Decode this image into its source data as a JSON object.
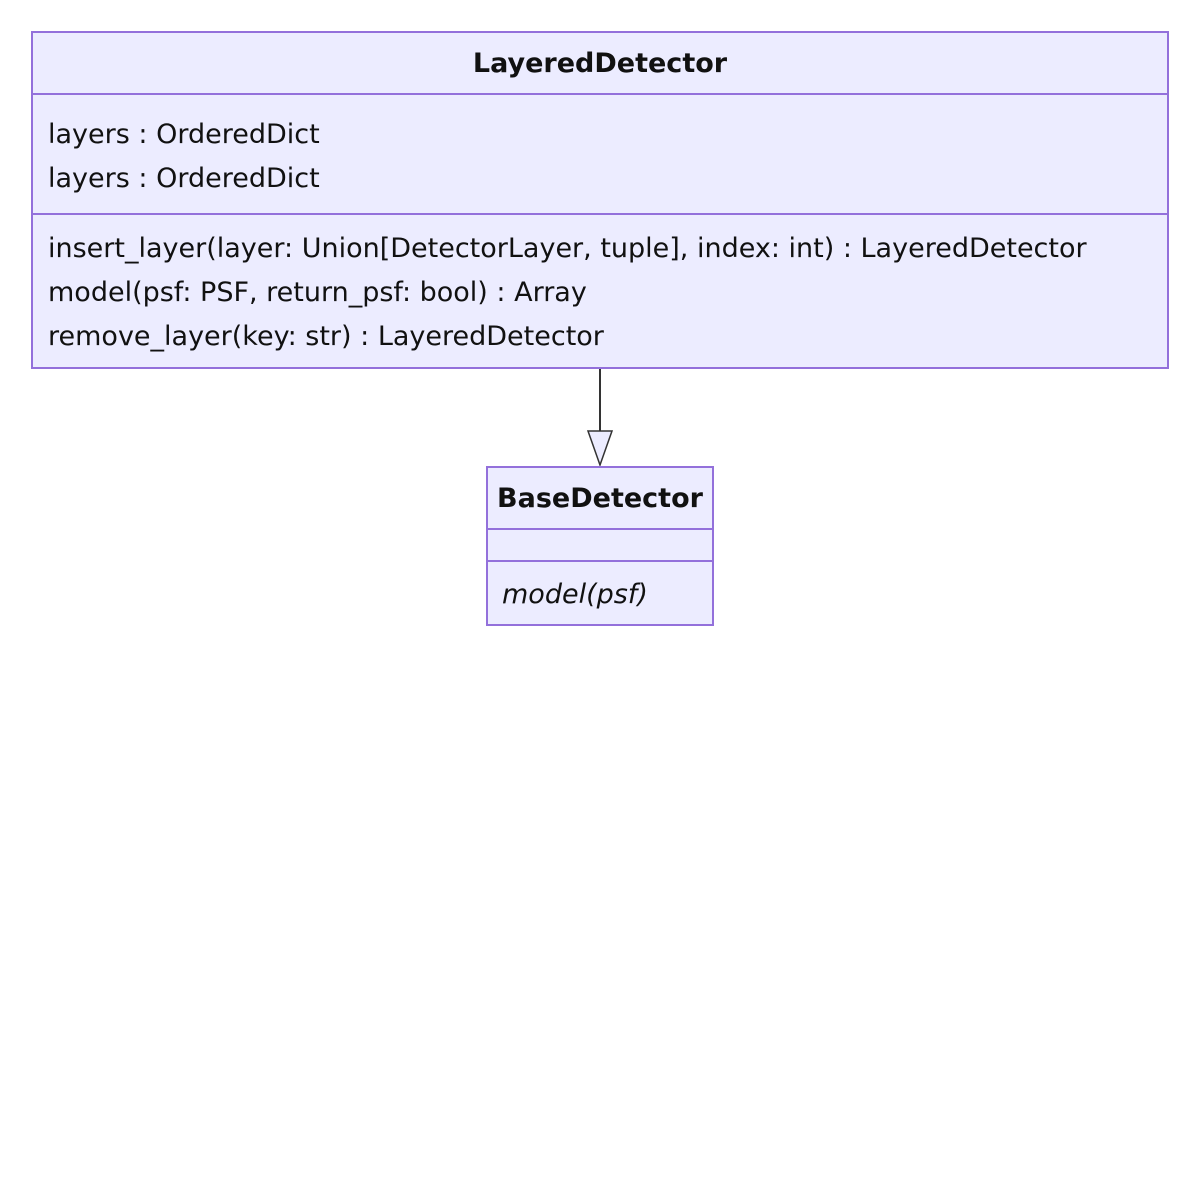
{
  "classes": {
    "layered_detector": {
      "name": "LayeredDetector",
      "attributes": [
        "layers : OrderedDict",
        "layers : OrderedDict"
      ],
      "methods": [
        "insert_layer(layer: Union[DetectorLayer, tuple], index: int) : LayeredDetector",
        "model(psf: PSF, return_psf: bool) : Array",
        "remove_layer(key: str) : LayeredDetector"
      ]
    },
    "base_detector": {
      "name": "BaseDetector",
      "attributes": [],
      "methods": [
        "model(psf)"
      ]
    }
  },
  "relationships": [
    {
      "from": "LayeredDetector",
      "to": "BaseDetector",
      "type": "inheritance"
    }
  ],
  "colors": {
    "node_fill": "#ececff",
    "node_border": "#9370db",
    "edge": "#333333",
    "text": "#111111"
  }
}
